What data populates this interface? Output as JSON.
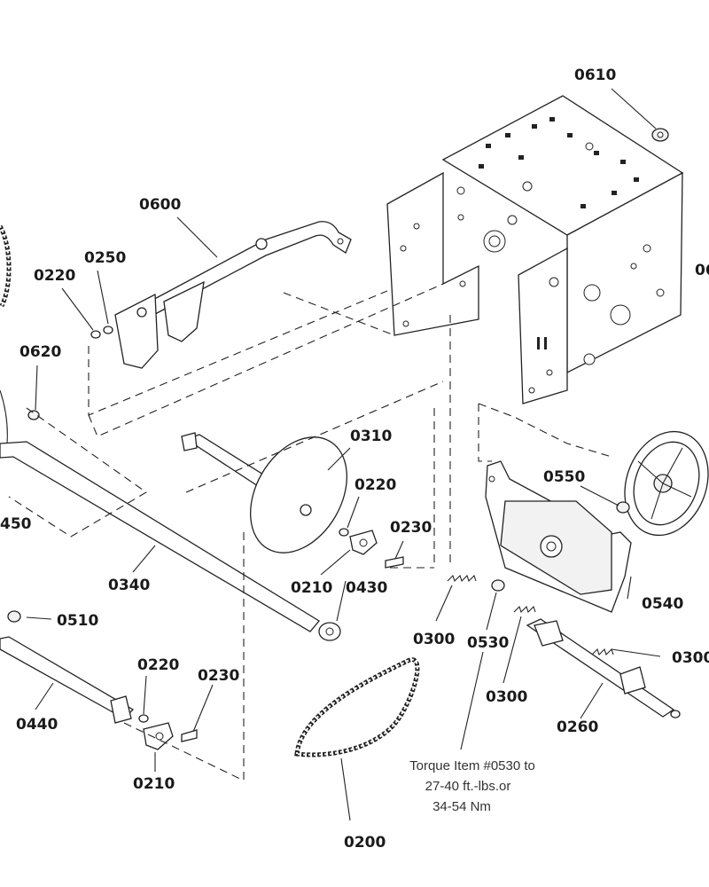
{
  "callouts": {
    "c0610": "0610",
    "c0600": "0600",
    "c0250": "0250",
    "c0220a": "0220",
    "c0620": "0620",
    "c0310": "0310",
    "c0220b": "0220",
    "c0230a": "0230",
    "c0550": "0550",
    "c0210a": "0210",
    "c0430": "0430",
    "c0340": "0340",
    "c0450": "450",
    "c0510": "0510",
    "c0300a": "0300",
    "c0530": "0530",
    "c0540": "0540",
    "c0300b": "0300",
    "c0300c": "0300",
    "c0220c": "0220",
    "c0230b": "0230",
    "c0440": "0440",
    "c0260": "0260",
    "c0210b": "0210",
    "c0200": "0200",
    "c06edge": "06"
  },
  "note": {
    "line1": "Torque Item #0530 to",
    "line2": "27-40 ft.-lbs.or",
    "line3": "34-54 Nm"
  }
}
